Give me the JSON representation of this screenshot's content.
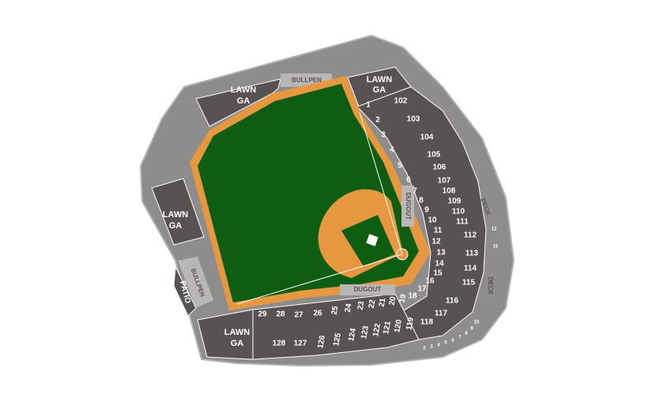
{
  "colors": {
    "outer": "#8f8c8c",
    "outer_edge": "#a7a4a4",
    "section": "#595253",
    "section_line": "#ffffff",
    "field": "#0f5d12",
    "warning_track": "#e5983f",
    "infield_dirt": "#e5983f",
    "label_box": "#b9b6b6"
  },
  "areas": {
    "lawn_ga_top": [
      "LAWN",
      "GA"
    ],
    "lawn_ga_right_top": [
      "LAWN",
      "GA"
    ],
    "lawn_ga_left": [
      "LAWN",
      "GA"
    ],
    "lawn_ga_bottom": [
      "LAWN",
      "GA"
    ],
    "bullpen_top": "BULLPEN",
    "bullpen_left": "BULLPEN",
    "dugout_right": "DUGOUT",
    "dugout_bottom": "DUGOUT",
    "patio": "PATIO",
    "deck_top": "DECK",
    "deck_side": "DECK"
  },
  "sections": {
    "lower_right": [
      "1",
      "2",
      "3",
      "4",
      "5",
      "6",
      "7",
      "8",
      "9",
      "10",
      "11",
      "12",
      "13",
      "14",
      "15",
      "16",
      "17",
      "18",
      "19",
      "20",
      "21",
      "22",
      "23",
      "24",
      "25",
      "26",
      "27",
      "28",
      "29"
    ],
    "upper_right": [
      "102",
      "103",
      "104",
      "105",
      "106",
      "107",
      "108",
      "109",
      "110",
      "111",
      "112",
      "113",
      "114",
      "115",
      "116",
      "117",
      "118"
    ],
    "upper_bottom": [
      "119",
      "120",
      "121",
      "122",
      "123",
      "124",
      "125",
      "126",
      "127",
      "128"
    ],
    "boxes_right": [
      "12",
      "11"
    ],
    "boxes_bottom": [
      "2",
      "3",
      "4",
      "5",
      "6",
      "7",
      "8",
      "9",
      "10"
    ]
  }
}
